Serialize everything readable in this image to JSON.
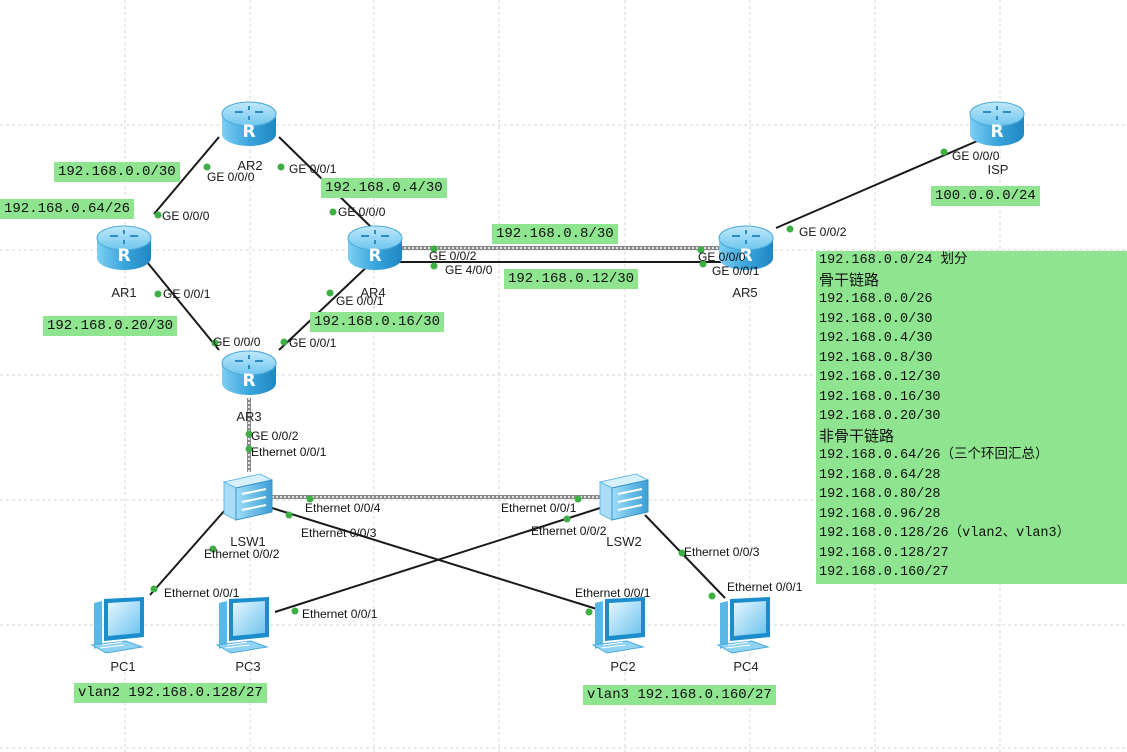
{
  "devices": {
    "ar1": "AR1",
    "ar2": "AR2",
    "ar3": "AR3",
    "ar4": "AR4",
    "ar5": "AR5",
    "isp": "ISP",
    "lsw1": "LSW1",
    "lsw2": "LSW2",
    "pc1": "PC1",
    "pc2": "PC2",
    "pc3": "PC3",
    "pc4": "PC4"
  },
  "subnets": {
    "ar1_ar2": "192.168.0.0/30",
    "ar1_loop": "192.168.0.64/26",
    "ar2_ar4": "192.168.0.4/30",
    "ar4_ar5_a": "192.168.0.8/30",
    "ar4_ar5_b": "192.168.0.12/30",
    "ar1_ar3": "192.168.0.20/30",
    "ar3_ar4": "192.168.0.16/30",
    "isp": "100.0.0.0/24",
    "vlan2": "vlan2 192.168.0.128/27",
    "vlan3": "vlan3 192.168.0.160/27"
  },
  "ports": {
    "ar2_ge000": "GE 0/0/0",
    "ar2_ge001": "GE 0/0/1",
    "ar1_ge000": "GE 0/0/0",
    "ar1_ge001": "GE 0/0/1",
    "ar4_ge000": "GE 0/0/0",
    "ar4_ge002": "GE 0/0/2",
    "ar4_ge400": "GE 4/0/0",
    "ar4_ge001": "GE 0/0/1",
    "ar5_ge000": "GE 0/0/0",
    "ar5_ge001": "GE 0/0/1",
    "ar5_ge002": "GE 0/0/2",
    "isp_ge000": "GE 0/0/0",
    "ar3_ge000": "GE 0/0/0",
    "ar3_ge001": "GE 0/0/1",
    "ar3_ge002": "GE 0/0/2",
    "lsw1_e001": "Ethernet 0/0/1",
    "lsw1_e004": "Ethernet 0/0/4",
    "lsw1_e003": "Ethernet 0/0/3",
    "lsw1_e002": "Ethernet 0/0/2",
    "lsw2_e001": "Ethernet 0/0/1",
    "lsw2_e002": "Ethernet 0/0/2",
    "lsw2_e003": "Ethernet 0/0/3",
    "pc1_e001": "Ethernet 0/0/1",
    "pc3_e001": "Ethernet 0/0/1",
    "pc2_e001": "Ethernet 0/0/1",
    "pc4_e001": "Ethernet 0/0/1"
  },
  "plan": [
    "192.168.0.0/24 划分",
    "骨干链路",
    "192.168.0.0/26",
    "192.168.0.0/30",
    "192.168.0.4/30",
    "192.168.0.8/30",
    "192.168.0.12/30",
    "192.168.0.16/30",
    "192.168.0.20/30",
    "非骨干链路",
    "192.168.0.64/26（三个环回汇总）",
    "192.168.0.64/28",
    "192.168.0.80/28",
    "192.168.0.96/28",
    "192.168.0.128/26（vlan2、vlan3）",
    "192.168.0.128/27",
    "192.168.0.160/27"
  ],
  "colors": {
    "label_bg": "#8fe48f",
    "router": "#3aa5dc",
    "port_dot": "#3cb043",
    "link": "#1a1a1a"
  }
}
